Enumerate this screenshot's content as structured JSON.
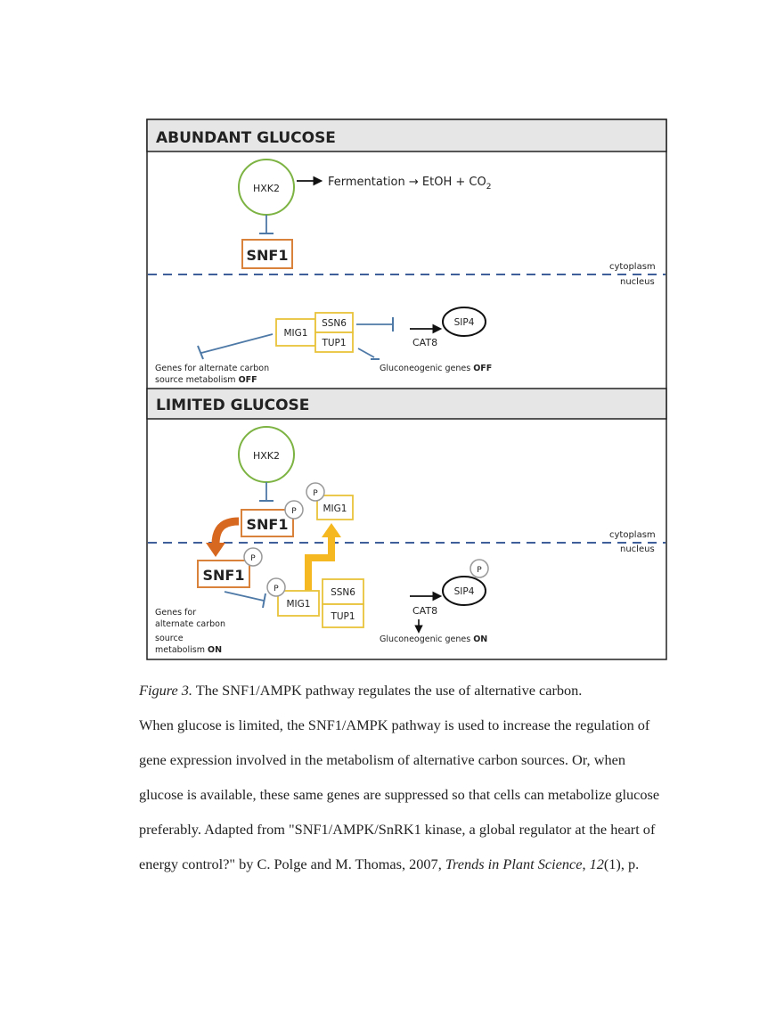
{
  "figure": {
    "abundant": {
      "header": "ABUNDANT GLUCOSE",
      "hxk2": "HXK2",
      "fermentation": "Fermentation → EtOH + CO",
      "co2_subscript": "2",
      "snf1": "SNF1",
      "cytoplasm": "cytoplasm",
      "nucleus": "nucleus",
      "mig1": "MIG1",
      "ssn6": "SSN6",
      "tup1": "TUP1",
      "sip4": "SIP4",
      "cat8": "CAT8",
      "genes_line1": "Genes for alternate carbon",
      "genes_line2_prefix": "source metabolism ",
      "genes_line2_state": "OFF",
      "gluco_prefix": "Gluconeogenic genes ",
      "gluco_state": "OFF"
    },
    "limited": {
      "header": "LIMITED GLUCOSE",
      "hxk2": "HXK2",
      "snf1": "SNF1",
      "mig1": "MIG1",
      "mig1_nuclear": "MIG1",
      "snf1_nuclear": "SNF1",
      "ssn6": "SSN6",
      "tup1": "TUP1",
      "sip4": "SIP4",
      "cat8": "CAT8",
      "p": "P",
      "cytoplasm": "cytoplasm",
      "nucleus": "nucleus",
      "genes_l1": "Genes for",
      "genes_l2": "alternate carbon",
      "genes_l3": "source",
      "genes_l4_prefix": "metabolism ",
      "genes_l4_state": "ON",
      "gluco_prefix": "Gluconeogenic genes ",
      "gluco_state": "ON"
    }
  },
  "caption": {
    "figure_label": "Figure 3.",
    "title": " The SNF1/AMPK pathway regulates the use of alternative carbon.",
    "line1": "When glucose is limited, the SNF1/AMPK pathway is used to increase the regulation of",
    "line2": "gene expression involved in the metabolism of alternative carbon sources. Or, when",
    "line3": "glucose is available, these same genes are suppressed so that cells can metabolize glucose",
    "line4": "preferably. Adapted from \"SNF1/AMPK/SnRK1 kinase, a global regulator at the heart of",
    "line5_a": "energy control?\" by C. Polge and M. Thomas, 2007, ",
    "line5_journal": "Trends in Plant Science",
    "line5_b": ", ",
    "line5_volume": "12",
    "line5_c": "(1), p."
  },
  "colors": {
    "hxk2": "#7cb342",
    "snf1": "#d9823b",
    "mig1": "#e8c33a",
    "inhibit": "#4e79a7",
    "dashed": "#3f5f9a",
    "header_bg": "#e6e6e6",
    "arrow_yellow": "#f5b820",
    "arrow_orange": "#d7681f"
  }
}
